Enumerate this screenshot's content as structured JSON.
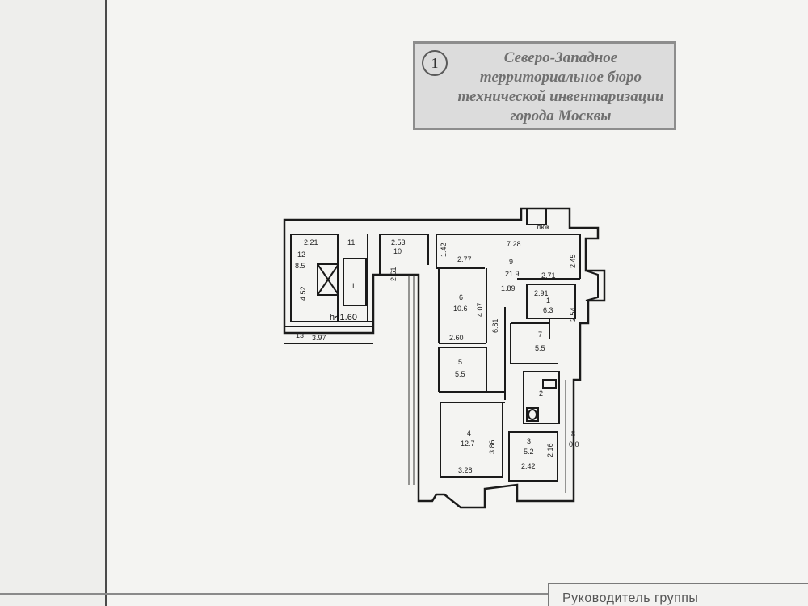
{
  "stamp": {
    "number": "1",
    "lines": [
      "Северо-Западное",
      "территориальное бюро",
      "технической инвентаризации",
      "города Москвы"
    ]
  },
  "footer": {
    "label": "Руководитель группы"
  },
  "plan": {
    "lift_label": "люк",
    "height_note": "h<1.60",
    "stair_marker": "I",
    "rooms": [
      {
        "id": "12",
        "area": "8.5"
      },
      {
        "id": "11",
        "area": ""
      },
      {
        "id": "10",
        "area": ""
      },
      {
        "id": "9",
        "area": "21.9"
      },
      {
        "id": "6",
        "area": "10.6"
      },
      {
        "id": "1",
        "area": "6.3"
      },
      {
        "id": "7",
        "area": "5.5"
      },
      {
        "id": "5",
        "area": "5.5"
      },
      {
        "id": "2",
        "area": ""
      },
      {
        "id": "4",
        "area": "12.7"
      },
      {
        "id": "3",
        "area": "5.2"
      },
      {
        "id": "8",
        "area": "0.0"
      },
      {
        "id": "13",
        "area": "3.97"
      }
    ],
    "dimensions": {
      "d_2_21": "2.21",
      "d_2_53": "2.53",
      "d_7_28": "7.28",
      "d_1_42": "1.42",
      "d_2_77": "2.77",
      "d_2_45": "2.45",
      "d_2_71": "2.71",
      "d_2_61": "2.61",
      "d_4_52": "4.52",
      "d_1_89": "1.89",
      "d_4_07": "4.07",
      "d_2_91": "2.91",
      "d_2_54": "2.54",
      "d_6_81": "6.81",
      "d_2_60": "2.60",
      "d_3_86": "3.86",
      "d_3_28": "3.28",
      "d_2_16": "2.16",
      "d_2_42": "2.42"
    }
  }
}
